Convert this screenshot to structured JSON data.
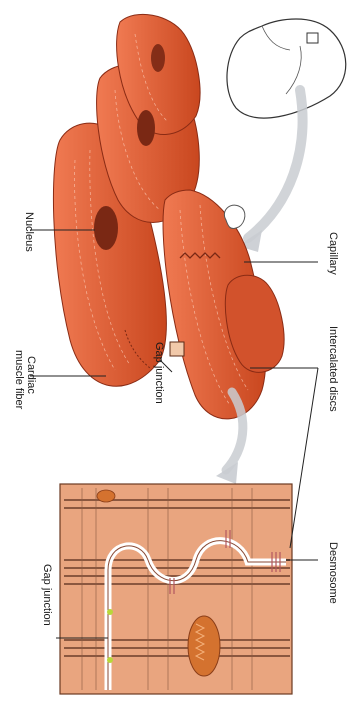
{
  "labels": {
    "nucleus": "Nucleus",
    "cardiac_line1": "Cardiac",
    "cardiac_line2": "muscle fiber",
    "gap_junction_upper": "Gap junction",
    "capillary": "Capillary",
    "intercalated_discs": "Intercalated discs",
    "desmosome": "Desmosome",
    "gap_junction_lower": "Gap junction"
  },
  "colors": {
    "muscle": "#e05a36",
    "muscle_dark": "#a8381f",
    "nucleus": "#7a2814",
    "zoom_bg": "#e9a57f",
    "sarcomere": "#7b4a35",
    "mitochondrion": "#d4722f",
    "gap_marker": "#b8d83a",
    "arrow": "#c9ccd1"
  }
}
